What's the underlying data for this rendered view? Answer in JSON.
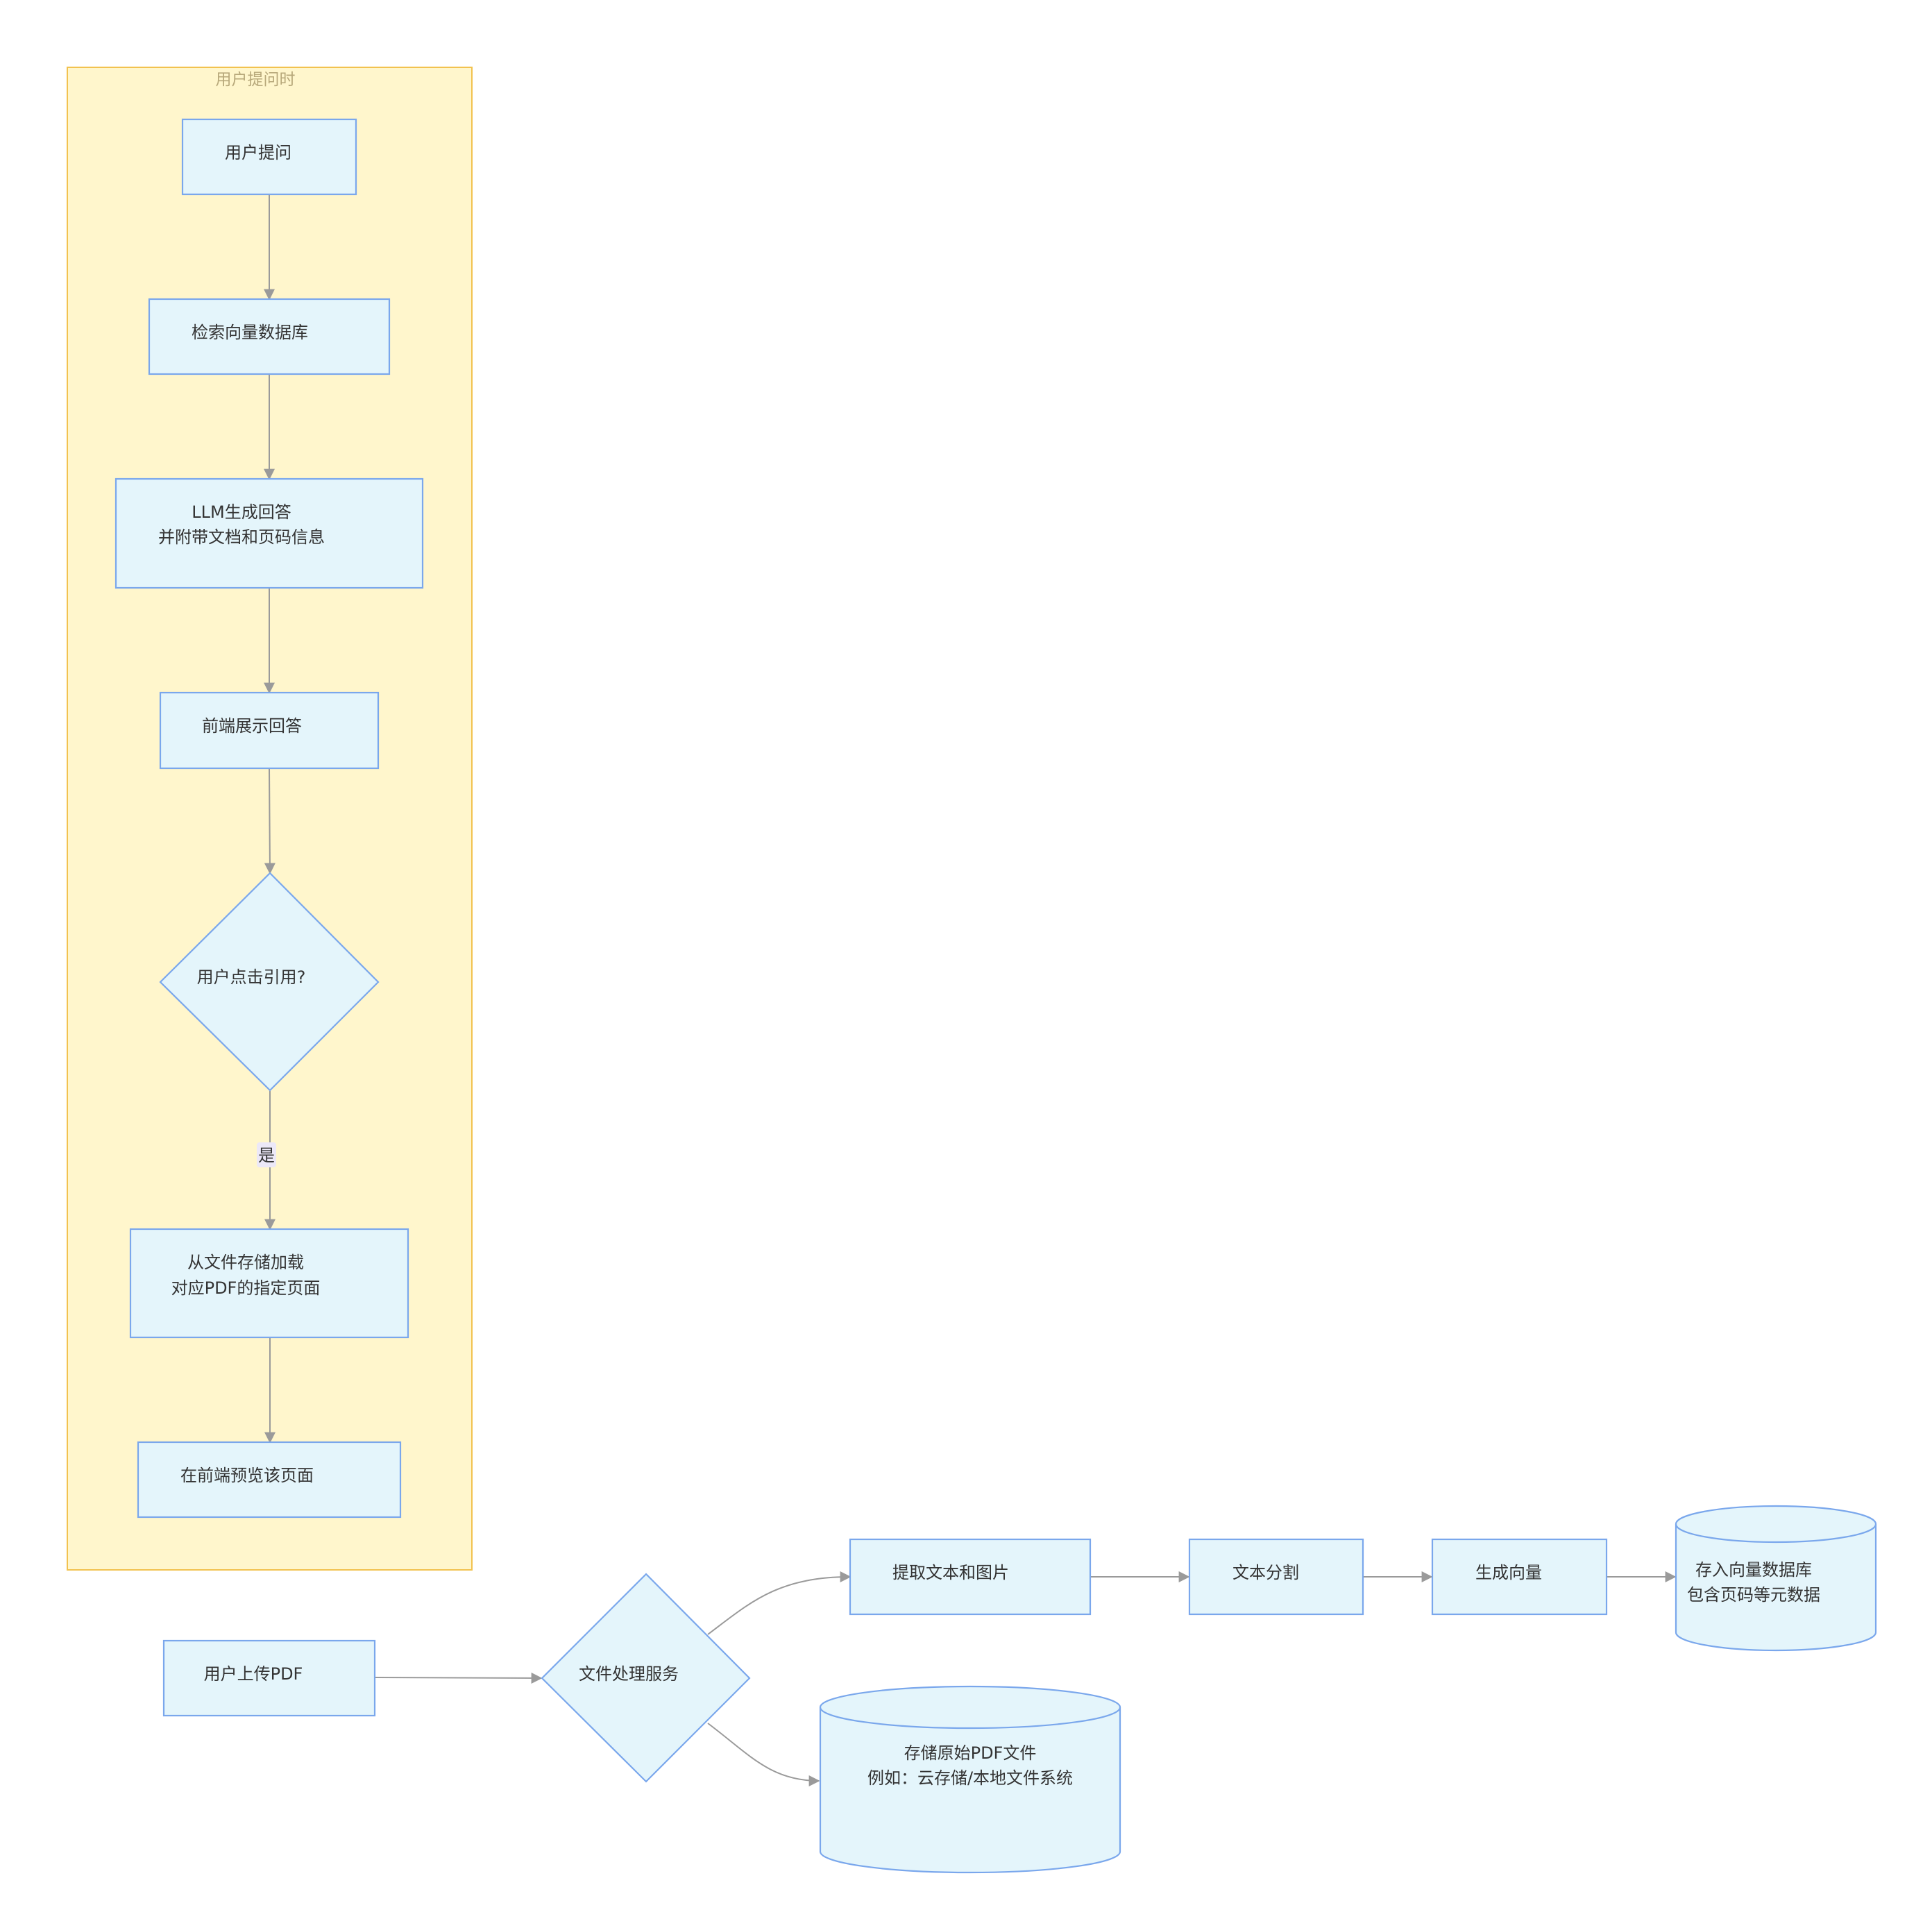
{
  "cluster": {
    "title": "用户提问时"
  },
  "nodes": {
    "user_ask": "用户提问",
    "search_vector_db": "检索向量数据库",
    "llm_answer": [
      "LLM生成回答",
      "并附带文档和页码信息"
    ],
    "frontend_show": "前端展示回答",
    "user_click_ref": "用户点击引用?",
    "load_pdf_page": [
      "从文件存储加载",
      "对应PDF的指定页面"
    ],
    "preview_page": "在前端预览该页面",
    "user_upload": "用户上传PDF",
    "file_service": "文件处理服务",
    "extract": "提取文本和图片",
    "split": "文本分割",
    "embed": "生成向量",
    "store_vector": [
      "存入向量数据库",
      "包含页码等元数据"
    ],
    "store_pdf": [
      "存储原始PDF文件",
      "例如：云存储/本地文件系统"
    ]
  },
  "edges": {
    "yes_label": "是"
  },
  "colors": {
    "node_fill": "#e4f5fb",
    "node_stroke": "#7aa7ec",
    "cluster_fill": "#fff6cc",
    "cluster_stroke": "#f2c24f",
    "edge": "#9a9a9a"
  }
}
